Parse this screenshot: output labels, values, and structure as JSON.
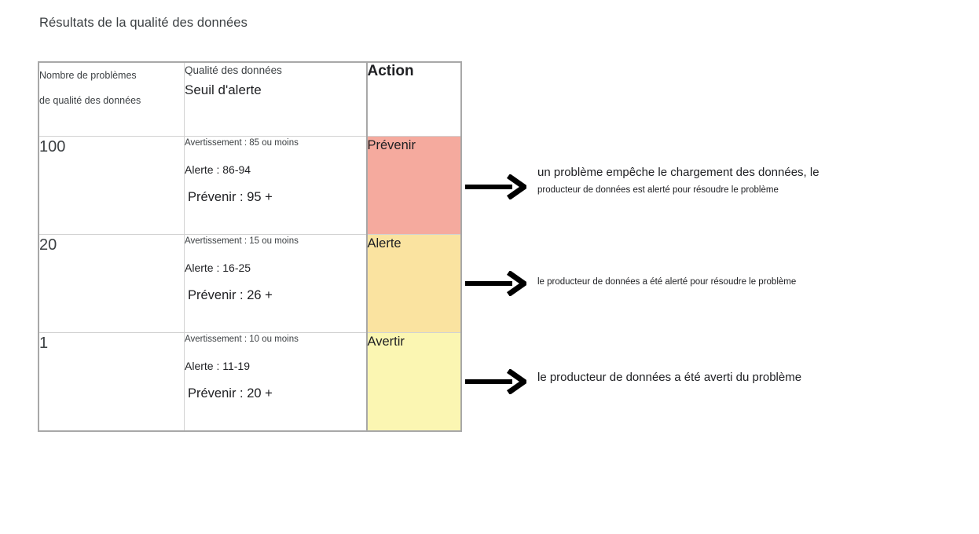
{
  "page": {
    "title": "Résultats de la qualité des données",
    "background": "#ffffff"
  },
  "table": {
    "header": {
      "count_line1": "Nombre de problèmes",
      "count_line2": "de qualité des données",
      "threshold_line1": "Qualité des données",
      "threshold_line2": "Seuil d'alerte",
      "action": "Action"
    },
    "rows": [
      {
        "count": "100",
        "warn": "Avertissement : 85 ou moins",
        "alert": "Alerte : 86-94",
        "prevent": "Prévenir : 95 +",
        "action": "Prévenir",
        "action_color": "#F5AA9E"
      },
      {
        "count": "20",
        "warn": "Avertissement : 15 ou moins",
        "alert": "Alerte : 16-25",
        "prevent": "Prévenir : 26 +",
        "action": "Alerte",
        "action_color": "#FAE3A0"
      },
      {
        "count": "1",
        "warn": "Avertissement : 10 ou moins",
        "alert": "Alerte : 11-19",
        "prevent": "Prévenir : 20 +",
        "action": "Avertir",
        "action_color": "#FBF6B2"
      }
    ]
  },
  "annotations": [
    {
      "icon": "right-arrow-icon",
      "line1": "un problème empêche le chargement des données, le",
      "line2": "producteur de données est alerté pour résoudre le problème"
    },
    {
      "icon": "right-arrow-icon",
      "line1": "le producteur de données a été alerté pour résoudre le problème",
      "line2": ""
    },
    {
      "icon": "right-arrow-icon",
      "line1": "le producteur de données a été averti du problème",
      "line2": ""
    }
  ]
}
